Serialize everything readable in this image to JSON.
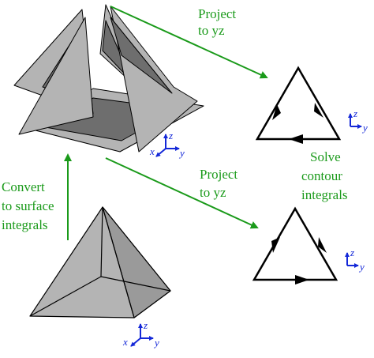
{
  "colors": {
    "arrow_green": "#1a9a1a",
    "axis_blue": "#1428d8",
    "face_light": "#b4b4b4",
    "face_dark": "#6e6e6e",
    "stroke": "#000000"
  },
  "labels": {
    "project_top": [
      "Project",
      "to yz"
    ],
    "project_bottom": [
      "Project",
      "to yz"
    ],
    "convert": [
      "Convert",
      "to surface",
      "integrals"
    ],
    "solve": [
      "Solve",
      "contour",
      "integrals"
    ]
  },
  "axes": {
    "x": "x",
    "y": "y",
    "z": "z"
  },
  "icons": {
    "pyramid": "square-pyramid",
    "exploded_pyramid": "exploded-pyramid-faces",
    "triangle_contour": "oriented-triangle-contour",
    "axis_triad": "xyz-axis-triad",
    "arrow": "green-arrow"
  }
}
